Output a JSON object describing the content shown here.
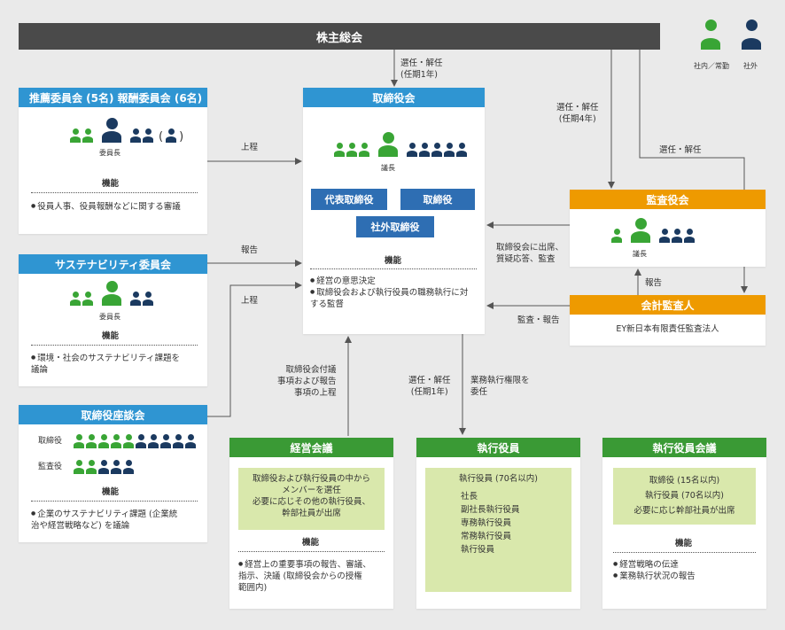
{
  "colors": {
    "blue": "#2f95d2",
    "green": "#3a9a35",
    "orange": "#ee9a00",
    "navy": "#1b3a60",
    "btn": "#2e6eb3",
    "pale": "#d9e8ac"
  },
  "legend": {
    "internal": "社内／常勤",
    "external": "社外"
  },
  "shareholders": "株主総会",
  "labels": {
    "elect_board": "選任・解任\n(任期1年)",
    "elect_auditors": "選任・解任\n(任期4年)",
    "elect_accountant": "選任・解任",
    "submit1": "上程",
    "report1": "報告",
    "submit2": "上程",
    "attend": "取締役会に出席、\n質疑応答、監査",
    "report_auditor": "報告",
    "audit_report": "監査・報告",
    "mgmt_submit": "取締役会付議\n事項および報告\n事項の上程",
    "elect_exec": "選任・解任\n(任期1年)",
    "delegate": "業務執行権限を\n委任"
  },
  "nomination": {
    "title": "推薦委員会 (5名)  報酬委員会 (6名)",
    "chair": "委員長",
    "paren_open": "(",
    "paren_close": ")",
    "func": "機能",
    "item": "役員人事、役員報酬などに関する審議"
  },
  "sustain": {
    "title": "サステナビリティ委員会",
    "chair": "委員長",
    "func": "機能",
    "item": "環境・社会のサステナビリティ課題を\n議論"
  },
  "forum": {
    "title": "取締役座談会",
    "row1": "取締役",
    "row2": "監査役",
    "func": "機能",
    "item": "企業のサステナビリティ課題 (企業統\n治や経営戦略など) を議論"
  },
  "board": {
    "title": "取締役会",
    "chair": "議長",
    "btn_rep": "代表取締役",
    "btn_dir": "取締役",
    "btn_out": "社外取締役",
    "func": "機能",
    "item1": "経営の意思決定",
    "item2": "取締役会および執行役員の職務執行に対\nする監督"
  },
  "auditors": {
    "title": "監査役会",
    "chair": "議長"
  },
  "accountant": {
    "title": "会計監査人",
    "name": "EY新日本有限責任監査法人"
  },
  "mgmt": {
    "title": "経営会議",
    "desc": "取締役および執行役員の中から\nメンバーを選任\n必要に応じその他の執行役員、\n幹部社員が出席",
    "func": "機能",
    "item": "経営上の重要事項の報告、審議、\n指示、決議 (取締役会からの授権\n範囲内)"
  },
  "exec": {
    "title": "執行役員",
    "head": "執行役員 (70名以内)",
    "members": [
      "社長",
      "副社長執行役員",
      "専務執行役員",
      "常務執行役員",
      "執行役員"
    ]
  },
  "execmtg": {
    "title": "執行役員会議",
    "desc": "取締役 (15名以内)\n執行役員 (70名以内)\n必要に応じ幹部社員が出席",
    "func": "機能",
    "item1": "経営戦略の伝達",
    "item2": "業務執行状況の報告"
  }
}
